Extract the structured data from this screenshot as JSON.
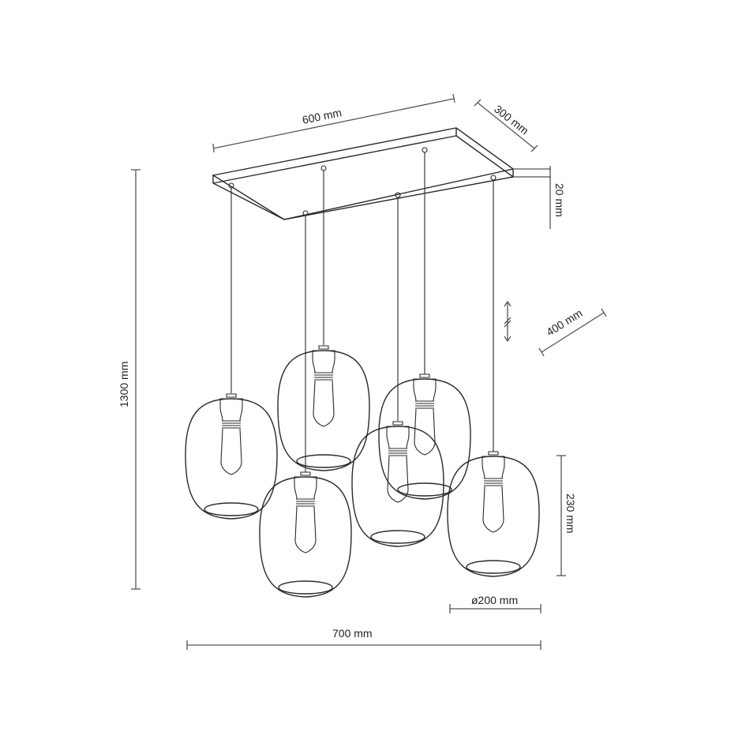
{
  "diagram": {
    "type": "technical-dimension-drawing",
    "subject": "6-light pendant lamp with rectangular canopy and oval glass shades",
    "colors": {
      "background": "#ffffff",
      "line": "#2a2a2a",
      "dimension": "#555555"
    },
    "dimensions": {
      "canopy_length": "600 mm",
      "canopy_width": "300 mm",
      "canopy_height": "20 mm",
      "total_height": "1300 mm",
      "cable_adjust": "400 mm",
      "shade_height": "230 mm",
      "shade_diameter": "ø200 mm",
      "total_width": "700 mm"
    },
    "pendants_count": 6
  }
}
